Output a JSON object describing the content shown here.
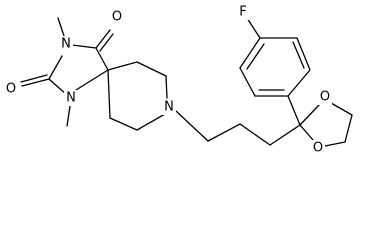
{
  "molecule": {
    "atoms": [
      {
        "id": "F",
        "label": "F"
      },
      {
        "id": "O1",
        "label": "O"
      },
      {
        "id": "N3",
        "label": "N"
      },
      {
        "id": "O2",
        "label": "O"
      },
      {
        "id": "N1",
        "label": "N"
      },
      {
        "id": "N8",
        "label": "N"
      },
      {
        "id": "Od1",
        "label": "O"
      },
      {
        "id": "Od2",
        "label": "O"
      }
    ]
  }
}
